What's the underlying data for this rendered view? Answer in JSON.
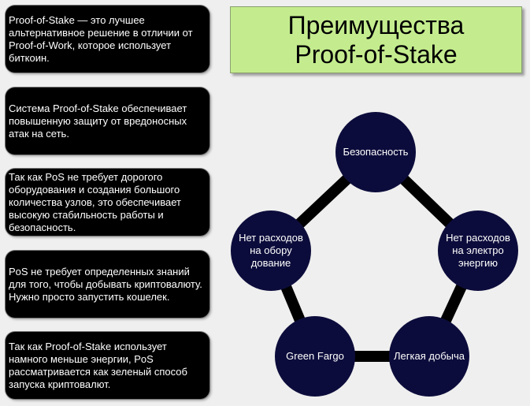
{
  "title": {
    "line1": "Преимущества",
    "line2": "Proof-of-Stake"
  },
  "cards": [
    "Proof-of-Stake — это лучшее альтернативное решение в отличии от Proof-of-Work, которое использует биткоин.",
    "Система Proof-of-Stake обеспечивает повышенную защиту от вредоносных атак на сеть.",
    "Так как PoS не требует дорогого оборудования и создания большого количества узлов, это обеспечивает высокую стабильность работы и безопасность.",
    "PoS не требует определенных знаний для того, чтобы добывать криптовалюту. Нужно просто запустить кошелек.",
    "Так как Proof-of-Stake использует намного меньше энергии, PoS рассматривается как зеленый способ запуска криптовалют."
  ],
  "nodes": {
    "top": "Безопасность",
    "right": "Нет расходов\nна электро\nэнергию",
    "bottom_right": "Легкая добыча",
    "bottom_left": "Green Fargo",
    "left": "Нет расходов\nна обору\nдование"
  },
  "colors": {
    "node": "#0c0c3c",
    "title_bg": "#c4ec8e",
    "card": "#000000"
  }
}
